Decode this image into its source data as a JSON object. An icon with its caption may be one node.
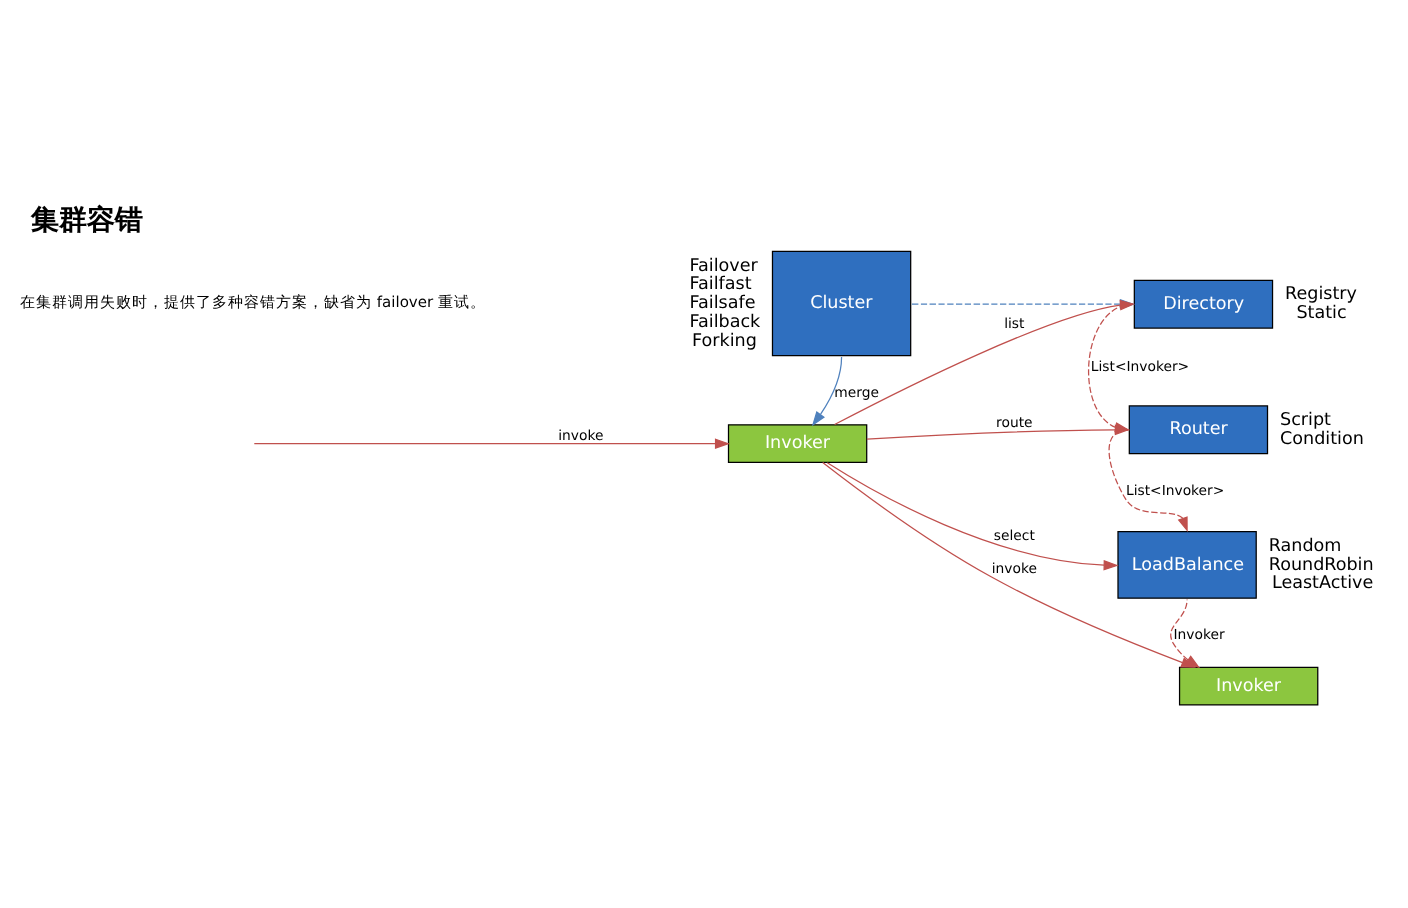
{
  "diagram": {
    "title": "集群容错",
    "nodes": [
      {
        "text": [
          "Cluster"
        ],
        "beside": [
          "Failover",
          "Failfast",
          "Failsafe",
          "Failback",
          "Forking"
        ]
      },
      {
        "text": [
          "Invoker"
        ]
      },
      {
        "text": [
          "Directory"
        ],
        "beside": [
          "Registry",
          "Static"
        ]
      },
      {
        "text": [
          "Router"
        ],
        "beside": [
          "Script",
          "Condition"
        ]
      },
      {
        "text": [
          "LoadBalance"
        ],
        "beside": [
          "Random",
          "RoundRobin",
          "LeastActive"
        ]
      },
      {
        "text": [
          "Invoker"
        ]
      }
    ],
    "edges": [
      {
        "from": 0,
        "to": 1,
        "arrow": "to",
        "label": "merge",
        "color": "#4f81bd"
      },
      {
        "from": 0,
        "to": 2,
        "arrow": "to",
        "style": "dashed",
        "color": "#4f81bd"
      },
      {
        "from": null,
        "to": 1,
        "arrow": "to",
        "label": "invoke"
      },
      {
        "from": 1,
        "to": 2,
        "arrow": "to",
        "label": "list"
      },
      {
        "from": 1,
        "to": 3,
        "arrow": "to",
        "label": "route"
      },
      {
        "from": 1,
        "to": 4,
        "arrow": "to",
        "label": "select"
      },
      {
        "from": 1,
        "to": 5,
        "arrow": "to",
        "label": "invoke"
      },
      {
        "from": 2,
        "to": 3,
        "arrow": "to",
        "label": "List<Invoker>",
        "style": "dashed"
      },
      {
        "from": 3,
        "to": 4,
        "arrow": "to",
        "label": "List<Invoker>",
        "style": "dashed"
      },
      {
        "from": 4,
        "to": 5,
        "arrow": "to",
        "label": "Invoker",
        "style": "dashed"
      }
    ],
    "labels": [
      "在集群调用失败时，提供了多种容错方案，缺省为 failover 重试。"
    ]
  }
}
